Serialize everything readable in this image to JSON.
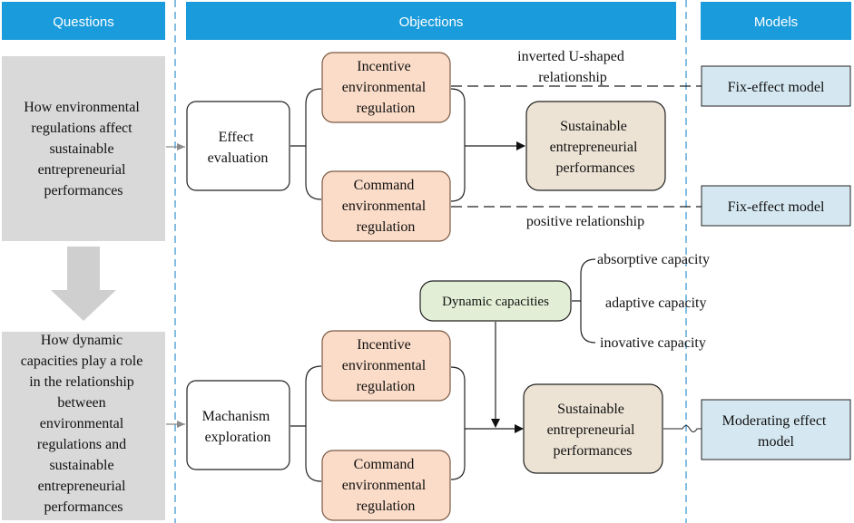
{
  "colors": {
    "header_bg": "#1a9bdb",
    "question_bg": "#d9d9d9",
    "incentive_fill": "#fbdcc8",
    "incentive_stroke": "#7a5a44",
    "outcome_fill": "#ede3d5",
    "dynamic_fill": "#e2efd6",
    "model_fill": "#d5e8f1",
    "divider": "#5aa8d8",
    "arrow_down": "#cfcfcf"
  },
  "headers": {
    "questions": "Questions",
    "objections": "Objections",
    "models": "Models"
  },
  "questions": {
    "q1": [
      "How environmental",
      "regulations affect",
      "sustainable",
      "entrepreneurial",
      "performances"
    ],
    "q2": [
      "How dynamic",
      "capacities play a role",
      "in the relationship",
      "between",
      "environmental",
      "regulations and",
      "sustainable",
      "entrepreneurial",
      "performances"
    ]
  },
  "top": {
    "effect": [
      "Effect",
      "evaluation"
    ],
    "incentive": [
      "Incentive",
      "environmental",
      "regulation"
    ],
    "command": [
      "Command",
      "environmental",
      "regulation"
    ],
    "outcome": [
      "Sustainable",
      "entrepreneurial",
      "performances"
    ],
    "label_inverted": [
      "inverted U-shaped",
      "relationship"
    ],
    "label_positive": "positive relationship",
    "model1": "Fix-effect model",
    "model2": "Fix-effect model"
  },
  "bottom": {
    "mechanism": [
      "Machanism",
      "exploration"
    ],
    "incentive": [
      "Incentive",
      "environmental",
      "regulation"
    ],
    "command": [
      "Command",
      "environmental",
      "regulation"
    ],
    "outcome": [
      "Sustainable",
      "entrepreneurial",
      "performances"
    ],
    "dynamic": "Dynamic capacities",
    "capacities": [
      "absorptive capacity",
      "adaptive capacity",
      "inovative capacity"
    ],
    "model": [
      "Moderating effect",
      "model"
    ]
  }
}
